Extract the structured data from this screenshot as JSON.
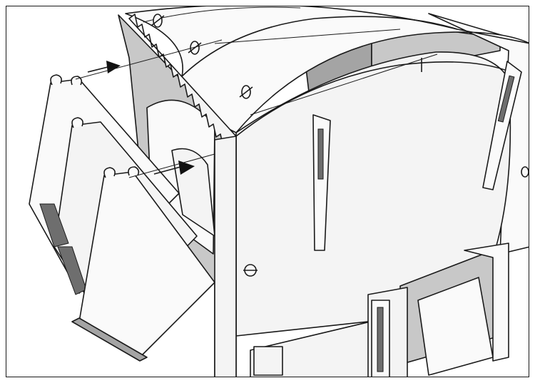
{
  "colors": {
    "background": "#ffffff",
    "line": "#1a1a1a",
    "panel": "#f4f4f4",
    "panel_light": "#fafafa",
    "shade_light": "#c8c8c8",
    "shade_mid": "#a4a4a4",
    "shade_dark": "#6e6e6e",
    "arrow": "#111111"
  },
  "parts": [
    {
      "name": "folded-panel-assembly",
      "icon": "hinged-panel-icon"
    },
    {
      "name": "slotted-side-panel",
      "icon": "comb-edge-panel-icon"
    },
    {
      "name": "main-box-body",
      "icon": "box-icon"
    },
    {
      "name": "curved-roof",
      "icon": "arch-roof-icon"
    },
    {
      "name": "locking-pegs",
      "icon": "peg-icon"
    },
    {
      "name": "lower-opening",
      "icon": "doorway-icon"
    }
  ],
  "arrows": [
    {
      "name": "upper-insert-arrow",
      "icon": "arrow-right-icon"
    },
    {
      "name": "middle-insert-arrow",
      "icon": "arrow-right-icon"
    }
  ]
}
